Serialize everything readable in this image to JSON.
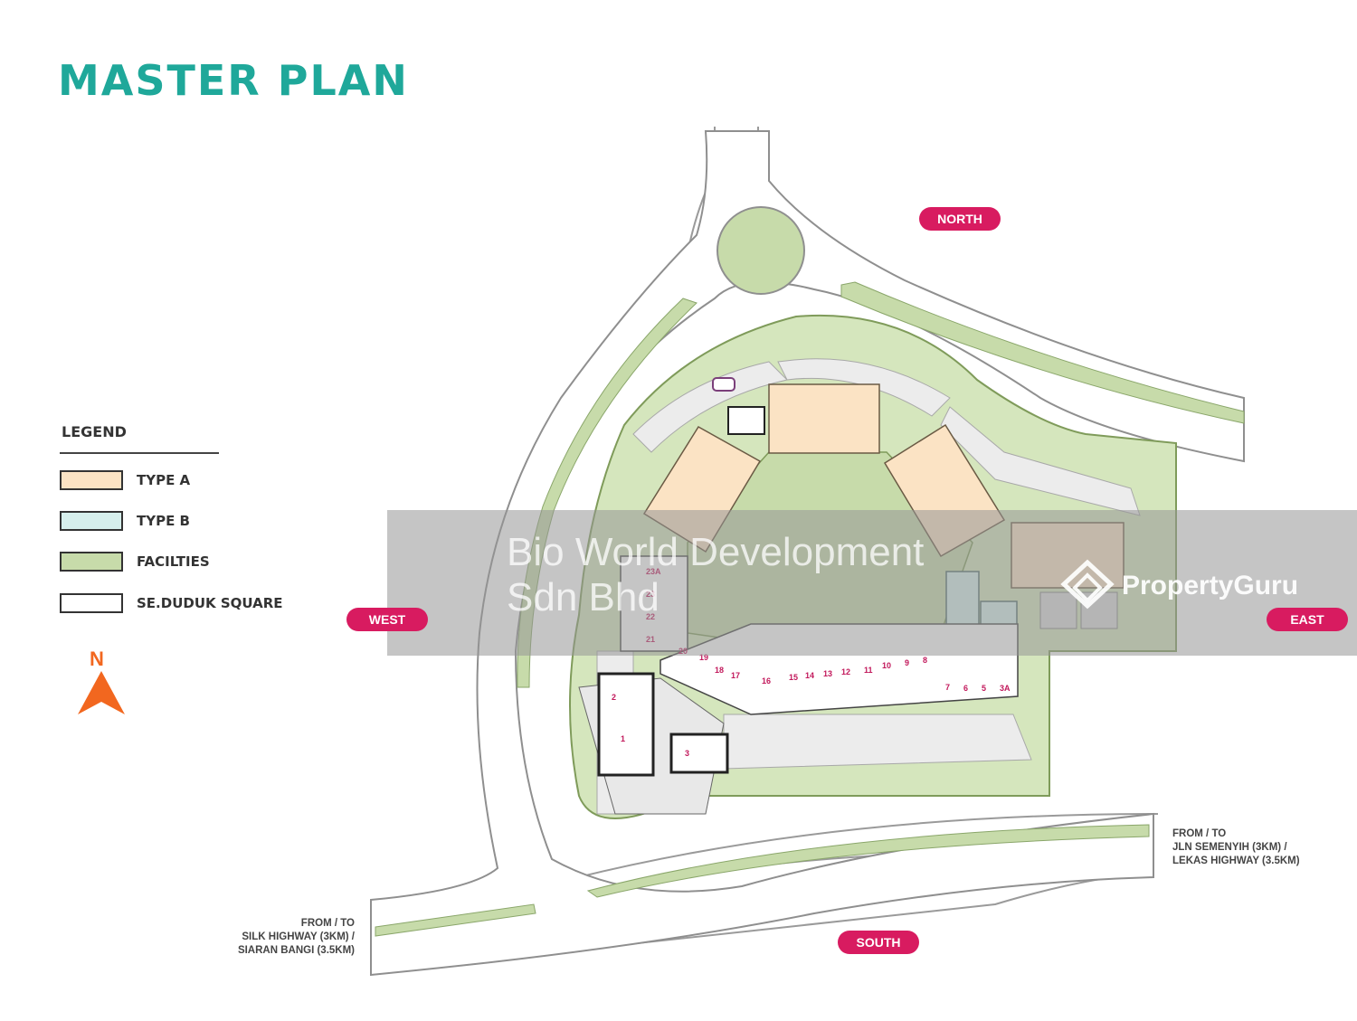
{
  "title": "MASTER PLAN",
  "legend": {
    "heading": "LEGEND",
    "items": [
      {
        "label": "TYPE A",
        "color": "#fbe3c4"
      },
      {
        "label": "TYPE B",
        "color": "#d6efec"
      },
      {
        "label": "FACILTIES",
        "color": "#c7dbaa"
      },
      {
        "label": "SE.DUDUK SQUARE",
        "color": "#ffffff"
      }
    ]
  },
  "compass": {
    "label": "N",
    "color": "#f2671f"
  },
  "directions": {
    "north": "NORTH",
    "south": "SOUTH",
    "east": "EAST",
    "west": "WEST",
    "color": "#d81b60"
  },
  "routes": {
    "west_note": [
      "FROM / TO",
      "SILK HIGHWAY (3KM) /",
      "SIARAN BANGI (3.5KM)"
    ],
    "east_note": [
      "FROM / TO",
      "JLN SEMENYIH (3KM) /",
      "LEKAS HIGHWAY (3.5KM)"
    ]
  },
  "shop_lots": {
    "west_row": [
      "23A",
      "23",
      "22",
      "21"
    ],
    "south_row": [
      "20",
      "19",
      "18",
      "17",
      "16",
      "15",
      "14",
      "13",
      "12",
      "11",
      "10",
      "9",
      "8",
      "7",
      "6",
      "5",
      "3A"
    ],
    "blocks": [
      "1",
      "2",
      "3"
    ]
  },
  "watermark": {
    "developer_lines": [
      "Bio World Development",
      "Sdn Bhd"
    ],
    "brand": "PropertyGuru"
  }
}
